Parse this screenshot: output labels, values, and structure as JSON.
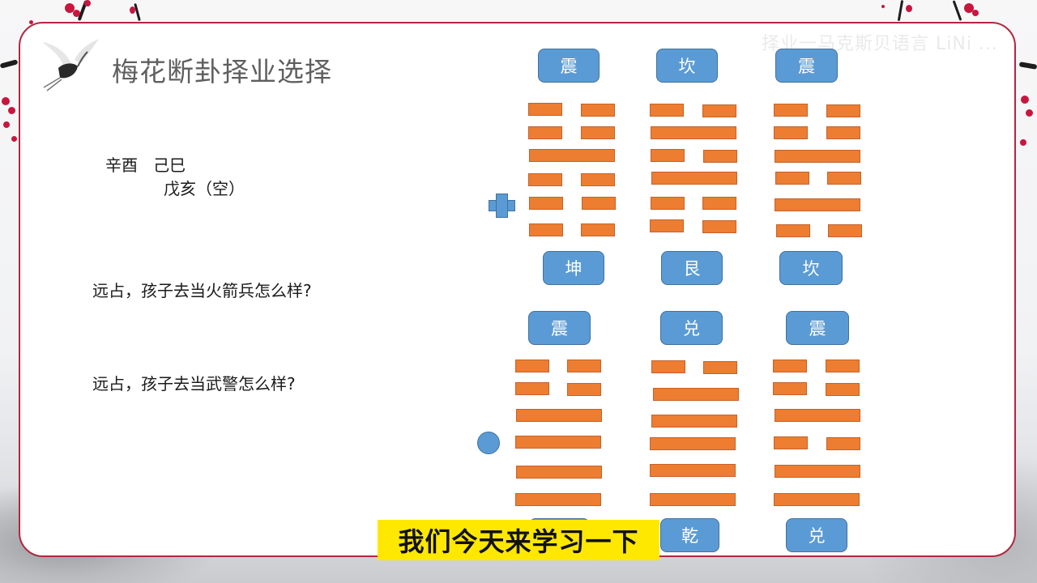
{
  "slide": {
    "title": "梅花断卦择业选择",
    "watermark": "择业一马克斯贝语言 LiNi ...",
    "ganzhi_line1": "辛酉   己巳",
    "ganzhi_line2": "戊亥（空）",
    "question1": "远占，孩子去当火箭兵怎么样?",
    "question2": "远占，孩子去当武警怎么样?"
  },
  "colors": {
    "card_border": "#b3263f",
    "trigram_button": "#5b9bd5",
    "yao_bar": "#ed7d31",
    "subtitle_bg": "#ffe800",
    "title_text": "#5f5f5f"
  },
  "upper_group": {
    "marker": "cross-icon",
    "hexagrams": [
      {
        "top_label": "震",
        "bottom_label": "坤",
        "lines_top_to_bottom": [
          "yin",
          "yin",
          "yang",
          "yin",
          "yin",
          "yin"
        ]
      },
      {
        "top_label": "坎",
        "bottom_label": "艮",
        "lines_top_to_bottom": [
          "yin",
          "yang",
          "yin",
          "yang",
          "yin",
          "yin"
        ]
      },
      {
        "top_label": "震",
        "bottom_label": "坎",
        "lines_top_to_bottom": [
          "yin",
          "yin",
          "yang",
          "yin",
          "yang",
          "yin"
        ]
      }
    ]
  },
  "lower_group": {
    "marker": "circle-icon",
    "hexagrams": [
      {
        "top_label": "震",
        "bottom_label": "",
        "lines_top_to_bottom": [
          "yin",
          "yin",
          "yang",
          "yang",
          "yang",
          "yang"
        ]
      },
      {
        "top_label": "兑",
        "bottom_label": "乾",
        "lines_top_to_bottom": [
          "yin",
          "yang",
          "yang",
          "yang",
          "yang",
          "yang"
        ]
      },
      {
        "top_label": "震",
        "bottom_label": "兑",
        "lines_top_to_bottom": [
          "yin",
          "yin",
          "yang",
          "yin",
          "yang",
          "yang"
        ]
      }
    ]
  },
  "subtitle": "我们今天来学习一下"
}
